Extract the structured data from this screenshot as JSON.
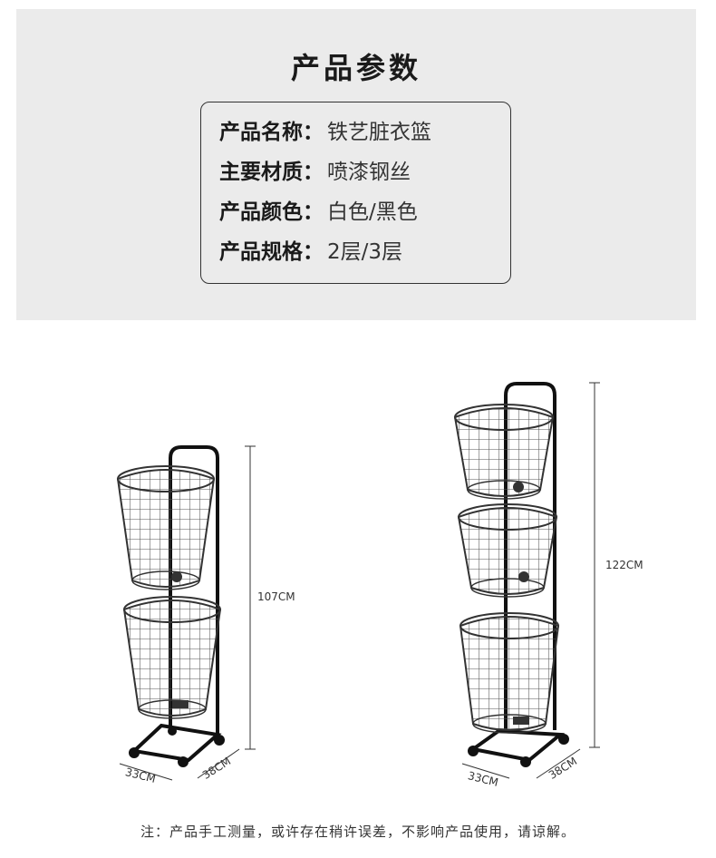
{
  "title": "产品参数",
  "specs": [
    {
      "label": "产品名称：",
      "value": "铁艺脏衣篮"
    },
    {
      "label": "主要材质：",
      "value": "喷漆钢丝"
    },
    {
      "label": "产品颜色：",
      "value": "白色/黑色"
    },
    {
      "label": "产品规格：",
      "value": "2层/3层"
    }
  ],
  "left_product": {
    "height": "107CM",
    "width": "33CM",
    "depth": "38CM"
  },
  "right_product": {
    "height": "122CM",
    "width": "33CM",
    "depth": "38CM"
  },
  "colors": {
    "panel_bg": "#ebebeb",
    "frame": "#111111",
    "wire": "#555555"
  },
  "note": "注：产品手工测量，或许存在稍许误差，不影响产品使用，请谅解。"
}
